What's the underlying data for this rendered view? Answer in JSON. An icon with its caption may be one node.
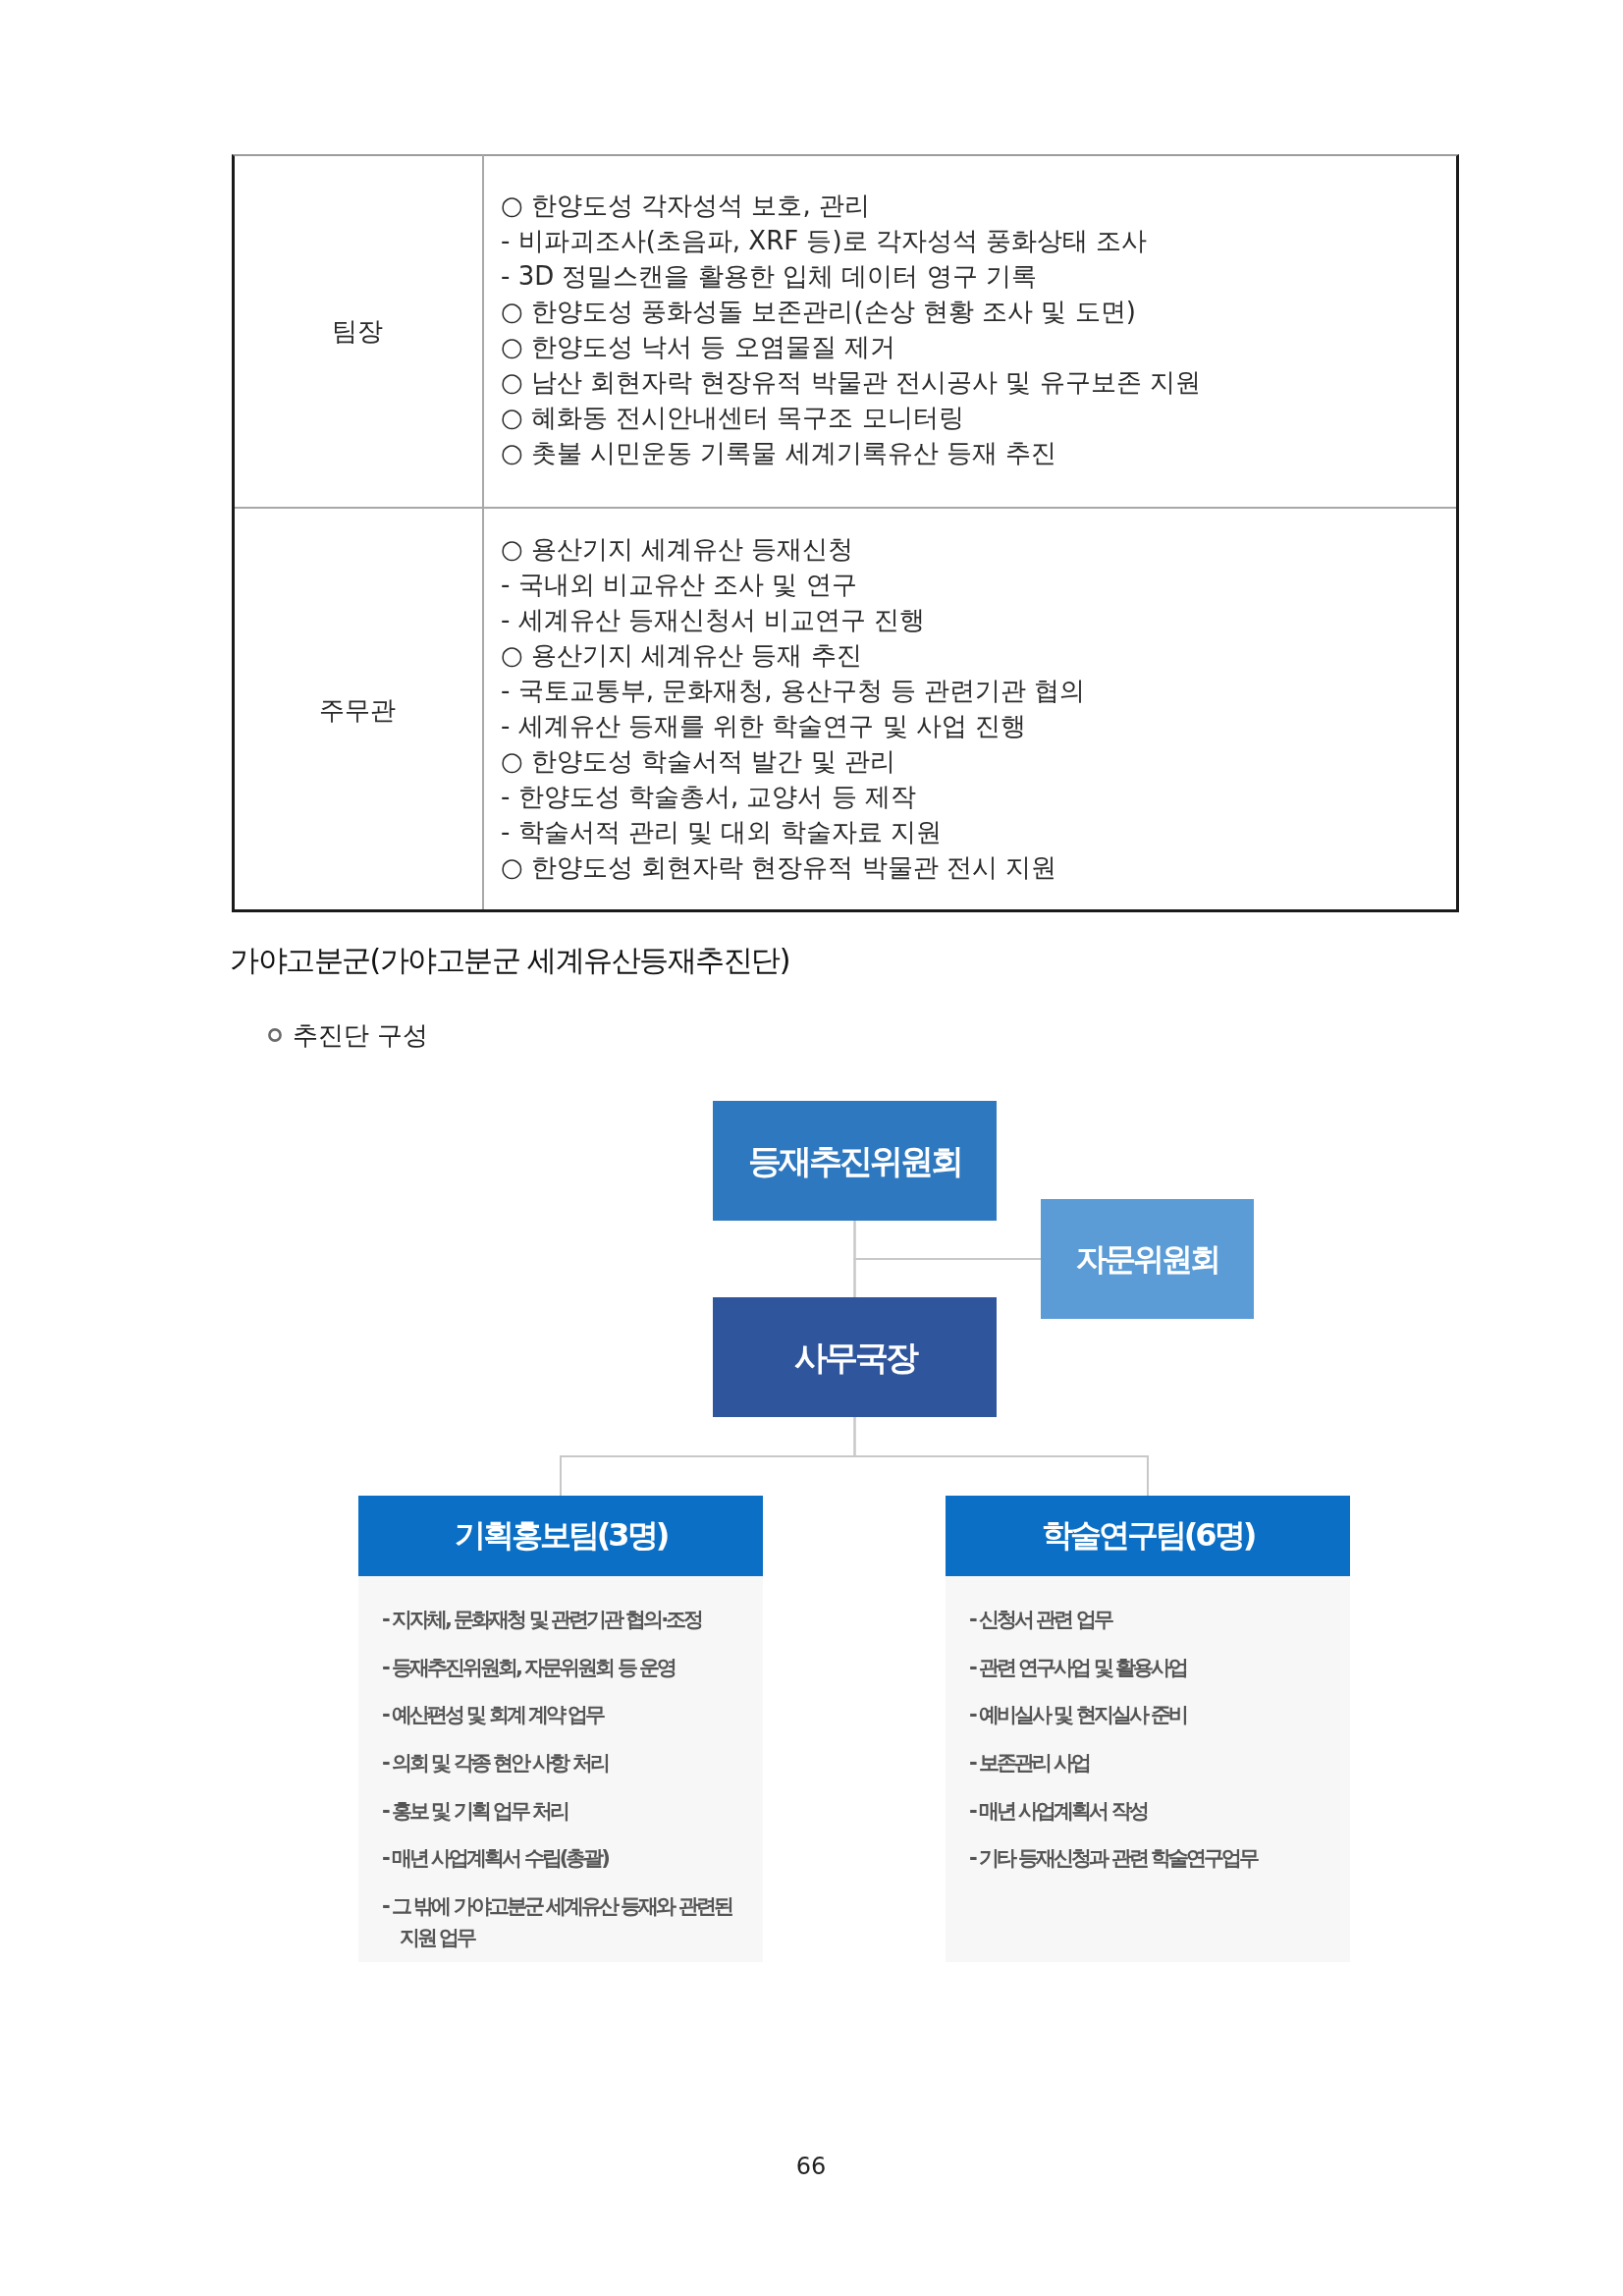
{
  "diagram": {
    "title": "가야고분군(가야고분군 세계유산등재추진단)",
    "nodes": [
      {
        "text": [
          "등재추진위원회"
        ]
      },
      {
        "text": [
          "자문위원회"
        ]
      },
      {
        "text": [
          "사무국장"
        ]
      },
      {
        "text": [
          "기획홍보팀(3명)",
          "- 지자체, 문화재청 및 관련기관 협의·조정",
          "- 등재추진위원회, 자문위원회 등 운영",
          "- 예산편성 및 회계 계약 업무",
          "- 의회 및 각종 현안 사항 처리",
          "- 홍보 및 기획 업무 처리",
          "- 매년 사업계획서 수립(총괄)",
          "- 그 밖에 가야고분군 세계유산 등재와 관련된 지원 업무"
        ]
      },
      {
        "text": [
          "학술연구팀(6명)",
          "- 신청서 관련 업무",
          "- 관련 연구사업 및 활용사업",
          "- 예비실사 및 현지실사 준비",
          "- 보존관리 사업",
          "- 매년 사업계획서 작성",
          "- 기타 등재신청과 관련 학술연구업무"
        ]
      }
    ],
    "edges": [
      {
        "from": 0,
        "to": 2,
        "arrow": "none"
      },
      {
        "from": 1,
        "to": 0,
        "arrow": "none"
      },
      {
        "from": 1,
        "to": 2,
        "arrow": "none"
      },
      {
        "from": 2,
        "to": 3,
        "arrow": "none"
      },
      {
        "from": 2,
        "to": 4,
        "arrow": "none"
      }
    ],
    "labels": [
      "팀장",
      "○ 한양도성 각자성석 보호, 관리",
      "- 비파괴조사(초음파, XRF 등)로 각자성석 풍화상태 조사",
      "- 3D 정밀스캔을 활용한 입체 데이터 영구 기록",
      "○ 한양도성 풍화성돌 보존관리(손상 현황 조사 및 도면)",
      "○ 한양도성 낙서 등 오염물질 제거",
      "○ 남산 회현자락 현장유적 박물관 전시공사 및 유구보존 지원",
      "○ 혜화동 전시안내센터 목구조 모니터링",
      "○ 촛불 시민운동 기록물 세계기록유산 등재 추진",
      "주무관",
      "○ 용산기지 세계유산 등재신청",
      "- 국내외 비교유산 조사 및 연구",
      "- 세계유산 등재신청서 비교연구 진행",
      "○ 용산기지 세계유산 등재 추진",
      "- 국토교통부, 문화재청, 용산구청 등 관련기관 협의",
      "- 세계유산 등재를 위한 학술연구 및 사업 진행",
      "○ 한양도성 학술서적 발간 및 관리",
      "- 한양도성 학술총서, 교양서 등 제작",
      "- 학술서적 관리 및 대외 학술자료 지원",
      "○ 한양도성 회현자락 현장유적 박물관 전시 지원",
      "추진단 구성",
      "66"
    ]
  }
}
